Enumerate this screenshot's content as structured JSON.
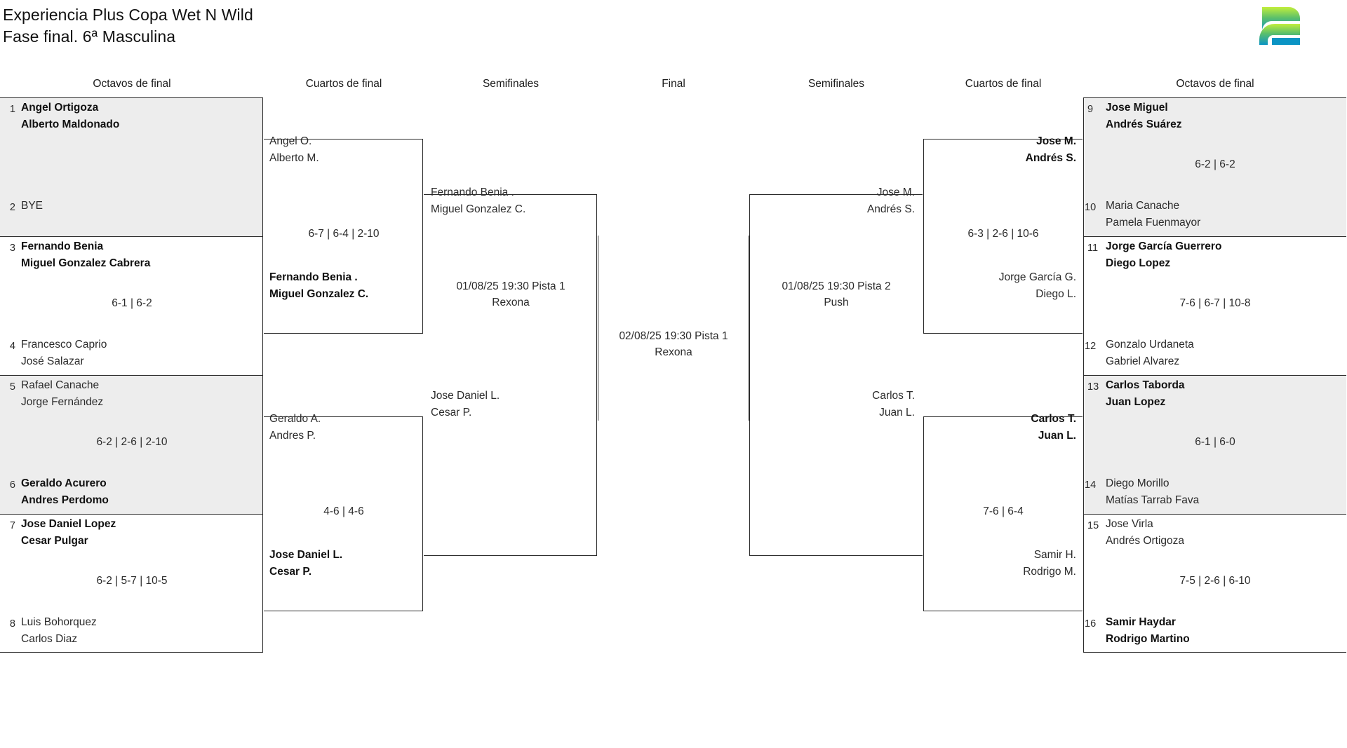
{
  "header": {
    "title_line1": "Experiencia Plus Copa Wet N Wild",
    "title_line2": "Fase final. 6ª Masculina",
    "logo_name": "brand-logo",
    "logo_colors": {
      "top": "#c2ee3c",
      "mid": "#46b66a",
      "bottom": "#0b94c4"
    }
  },
  "round_labels": {
    "r1_left": "Octavos de final",
    "r2_left": "Cuartos de final",
    "r3_left": "Semifinales",
    "final": "Final",
    "r3_right": "Semifinales",
    "r2_right": "Cuartos de final",
    "r1_right": "Octavos de final"
  },
  "left": {
    "round1": [
      {
        "seed_a": "1",
        "seed_b": "2",
        "player_a1": "Angel Ortigoza",
        "player_a2": "Alberto Maldonado",
        "player_b1": "BYE",
        "player_b2": "",
        "score": "",
        "winner": "a",
        "shaded": true
      },
      {
        "seed_a": "3",
        "seed_b": "4",
        "player_a1": "Fernando Benia",
        "player_a2": "Miguel Gonzalez Cabrera",
        "player_b1": "Francesco Caprio",
        "player_b2": "José Salazar",
        "score": "6-1 | 6-2",
        "winner": "a",
        "shaded": false
      },
      {
        "seed_a": "5",
        "seed_b": "6",
        "player_a1": "Rafael Canache",
        "player_a2": "Jorge Fernández",
        "player_b1": "Geraldo Acurero",
        "player_b2": "Andres Perdomo",
        "score": "6-2 | 2-6 | 2-10",
        "winner": "b",
        "shaded": true
      },
      {
        "seed_a": "7",
        "seed_b": "8",
        "player_a1": "Jose Daniel Lopez",
        "player_a2": "Cesar Pulgar",
        "player_b1": "Luis Bohorquez",
        "player_b2": "Carlos Diaz",
        "score": "6-2 | 5-7 | 10-5",
        "winner": "a",
        "shaded": false
      }
    ],
    "round2": [
      {
        "player_a1": "Angel O.",
        "player_a2": "Alberto M.",
        "player_b1": "Fernando Benia .",
        "player_b2": "Miguel Gonzalez C.",
        "score": "6-7 | 6-4 | 2-10",
        "winner": "b"
      },
      {
        "player_a1": "Geraldo A.",
        "player_a2": "Andres P.",
        "player_b1": "Jose Daniel L.",
        "player_b2": "Cesar P.",
        "score": "4-6 | 4-6",
        "winner": "b"
      }
    ],
    "round3": [
      {
        "player_a1": "Fernando Benia .",
        "player_a2": "Miguel Gonzalez C.",
        "player_b1": "Jose Daniel L.",
        "player_b2": "Cesar P.",
        "sched_line1": "01/08/25 19:30 Pista 1",
        "sched_line2": "Rexona"
      }
    ]
  },
  "final": {
    "sched_line1": "02/08/25 19:30 Pista 1",
    "sched_line2": "Rexona"
  },
  "right": {
    "round1": [
      {
        "seed_a": "9",
        "seed_b": "10",
        "player_a1": "Jose Miguel",
        "player_a2": "Andrés Suárez",
        "player_b1": "Maria Canache",
        "player_b2": "Pamela Fuenmayor",
        "score": "6-2 | 6-2",
        "winner": "a",
        "shaded": true
      },
      {
        "seed_a": "11",
        "seed_b": "12",
        "player_a1": "Jorge García Guerrero",
        "player_a2": "Diego Lopez",
        "player_b1": "Gonzalo Urdaneta",
        "player_b2": "Gabriel Alvarez",
        "score": "7-6 | 6-7 | 10-8",
        "winner": "a",
        "shaded": false
      },
      {
        "seed_a": "13",
        "seed_b": "14",
        "player_a1": "Carlos Taborda",
        "player_a2": "Juan Lopez",
        "player_b1": "Diego Morillo",
        "player_b2": "Matías Tarrab Fava",
        "score": "6-1 | 6-0",
        "winner": "a",
        "shaded": true
      },
      {
        "seed_a": "15",
        "seed_b": "16",
        "player_a1": "Jose Virla",
        "player_a2": "Andrés Ortigoza",
        "player_b1": "Samir Haydar",
        "player_b2": "Rodrigo Martino",
        "score": "7-5 | 2-6 | 6-10",
        "winner": "b",
        "shaded": false
      }
    ],
    "round2": [
      {
        "player_a1": "Jose M.",
        "player_a2": "Andrés S.",
        "player_b1": "Jorge García G.",
        "player_b2": "Diego L.",
        "score": "6-3 | 2-6 | 10-6",
        "winner": "a"
      },
      {
        "player_a1": "Carlos T.",
        "player_a2": "Juan L.",
        "player_b1": "Samir H.",
        "player_b2": "Rodrigo M.",
        "score": "7-6 | 6-4",
        "winner": "a"
      }
    ],
    "round3": [
      {
        "player_a1": "Jose M.",
        "player_a2": "Andrés S.",
        "player_b1": "Carlos T.",
        "player_b2": "Juan L.",
        "sched_line1": "01/08/25 19:30 Pista 2",
        "sched_line2": "Push"
      }
    ]
  }
}
